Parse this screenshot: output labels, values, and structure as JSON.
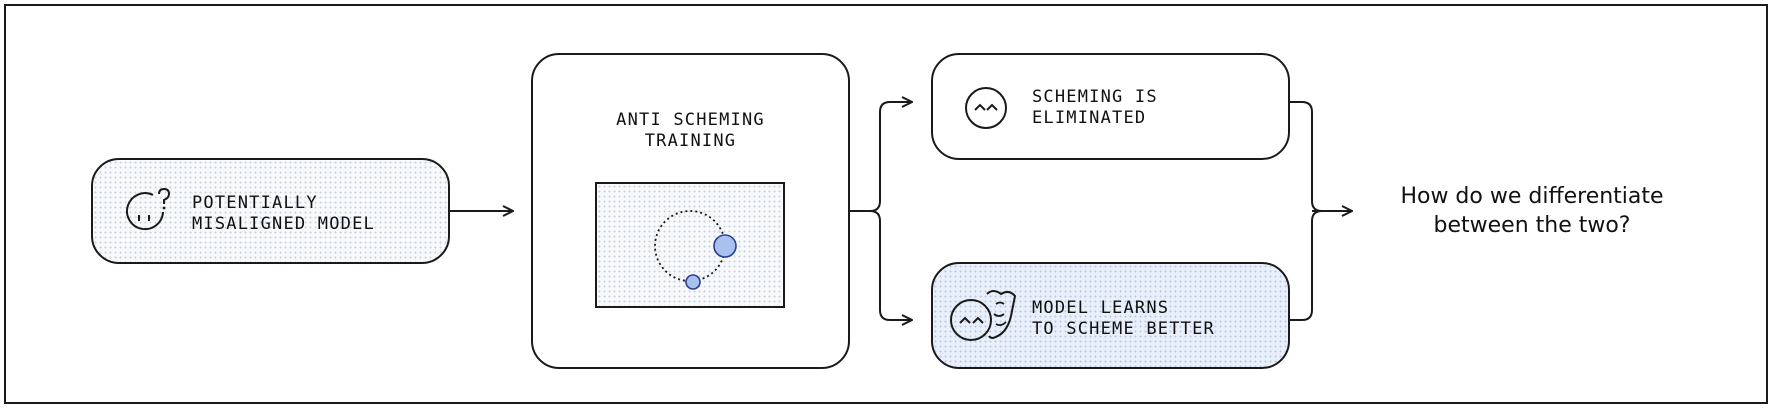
{
  "nodes": {
    "model": {
      "lines": [
        "POTENTIALLY",
        "MISALIGNED MODEL"
      ]
    },
    "training": {
      "lines": [
        "ANTI SCHEMING",
        "TRAINING"
      ]
    },
    "eliminated": {
      "lines": [
        "SCHEMING IS",
        "ELIMINATED"
      ]
    },
    "scheme_better": {
      "lines": [
        "MODEL LEARNS",
        "TO SCHEME BETTER"
      ]
    }
  },
  "question": {
    "lines": [
      "How do we differentiate",
      "between the two?"
    ]
  },
  "icons": {
    "model": "confused-face-question-icon",
    "eliminated": "smiling-face-icon",
    "scheme_better": "face-with-mask-icon",
    "training": "orbit-diagram-icon"
  },
  "colors": {
    "stroke": "#1a1a1a",
    "accent_blue": "#a9c1ef",
    "accent_stroke": "#2a3f8f",
    "blue_fill": "#e9f0fb"
  }
}
